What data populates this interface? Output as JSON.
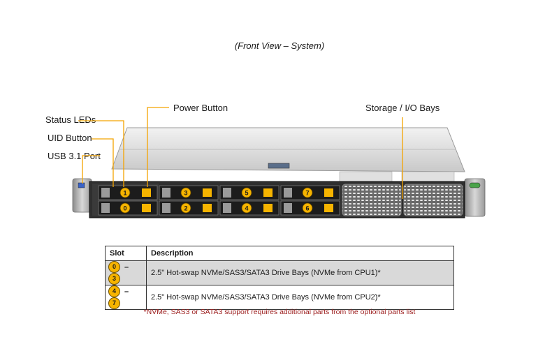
{
  "title": "(Front View – System)",
  "callouts": {
    "status_leds": "Status LEDs",
    "uid_button": "UID Button",
    "usb_port": "USB 3.1 Port",
    "power_button": "Power Button",
    "storage_io": "Storage / I/O Bays"
  },
  "drive_bays": {
    "top_row": [
      "1",
      "3",
      "5",
      "7"
    ],
    "bottom_row": [
      "0",
      "2",
      "4",
      "6"
    ]
  },
  "table": {
    "headers": [
      "Slot",
      "Description"
    ],
    "rows": [
      {
        "from": "0",
        "dash": "–",
        "to": "3",
        "description": "2.5\" Hot-swap NVMe/SAS3/SATA3 Drive Bays (NVMe from CPU1)*"
      },
      {
        "from": "4",
        "dash": "–",
        "to": "7",
        "description": "2.5\" Hot-swap NVMe/SAS3/SATA3 Drive Bays (NVMe from CPU2)*"
      }
    ]
  },
  "footnote": "*NVMe, SAS3 or SATA3 support requires additional parts from the optional parts list",
  "colors": {
    "accent_orange": "#f6b400",
    "callout_line": "#f4a300",
    "footnote_red": "#9b1c1c"
  }
}
